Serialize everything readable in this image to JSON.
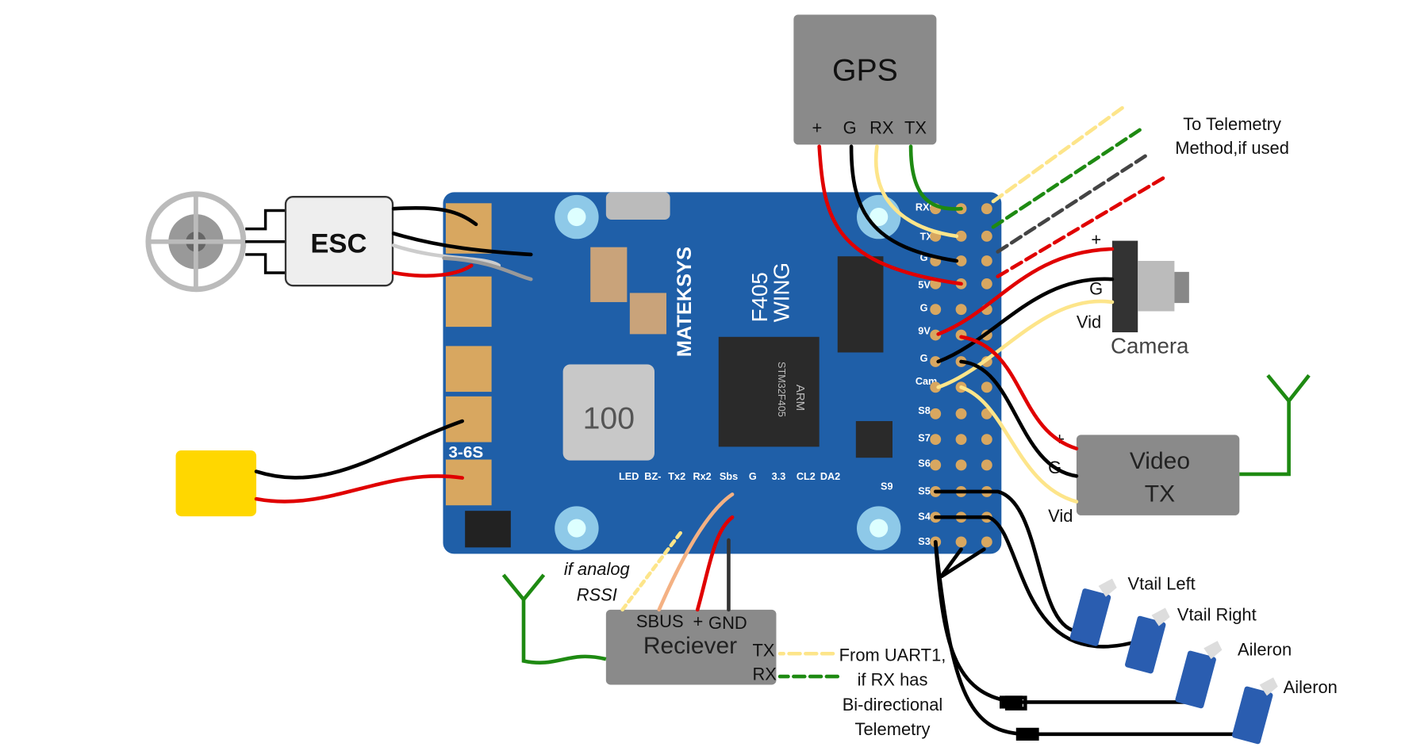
{
  "title": "",
  "gps": {
    "label": "GPS",
    "pins": [
      "+",
      "G",
      "RX",
      "TX"
    ]
  },
  "telemetry_note": [
    "To Telemetry",
    "Method,if used"
  ],
  "esc": {
    "label": "ESC"
  },
  "camera": {
    "label": "Camera",
    "pins": [
      "+",
      "G",
      "Vid"
    ]
  },
  "video_tx": {
    "label": [
      "Video",
      "TX"
    ],
    "pins": [
      "+",
      "G",
      "Vid"
    ]
  },
  "rssi_note": [
    "if analog",
    "RSSI"
  ],
  "receiver": {
    "label": "Reciever",
    "pins": [
      "SBUS",
      "+",
      "GND",
      "TX",
      "RX"
    ]
  },
  "uart_note": [
    "From UART1,",
    "if RX has",
    "Bi-directional",
    "Telemetry"
  ],
  "servos": [
    "Vtail Left",
    "Vtail Right",
    "Aileron",
    "Aileron"
  ],
  "board": {
    "brand": "MATEKSYS",
    "model": [
      "F405",
      "WING"
    ],
    "battery": "3-6S",
    "inductor": "100",
    "mcu": [
      "ARM",
      "STM32F405"
    ],
    "bottom_pins": [
      "LED",
      "BZ-",
      "Tx2",
      "Rx2",
      "Sbs",
      "G",
      "3.3",
      "CL2",
      "DA2"
    ],
    "right_pins": [
      "RX5",
      "TX",
      "G",
      "5V",
      "G",
      "9V",
      "G",
      "Cam",
      "S8",
      "S7",
      "S6",
      "S5",
      "S4",
      "S3",
      "S9"
    ]
  },
  "colors": {
    "board": "#1f5fa8",
    "box": "#8a8a8a",
    "red": "#e00000",
    "black": "#000000",
    "yellow": "#fde58a",
    "green": "#1e8a12",
    "battery": "#ffd700"
  }
}
